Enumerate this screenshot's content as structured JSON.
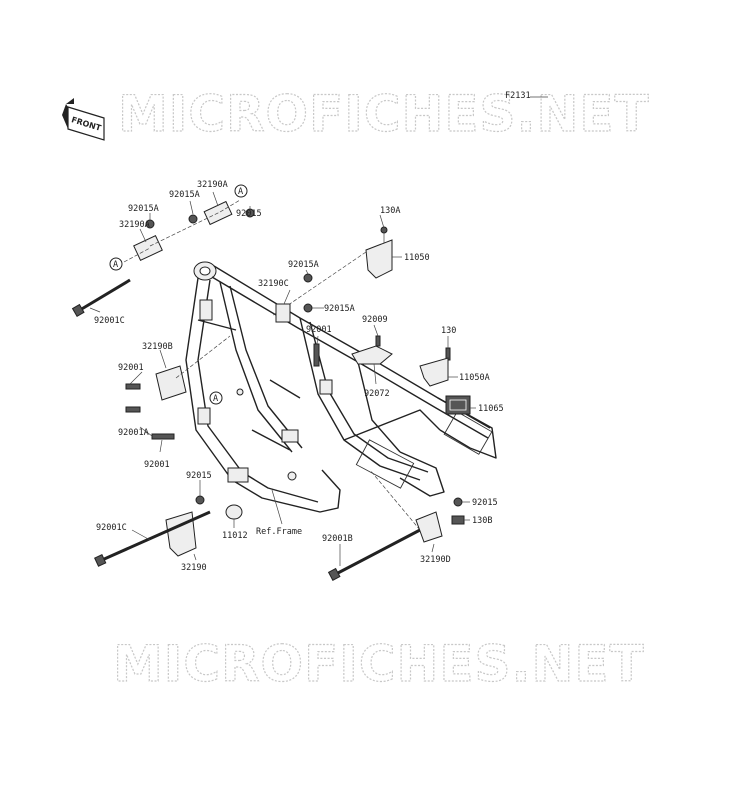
{
  "figure_code": "F2131",
  "front_label": "FRONT",
  "watermark": "MICROFICHES.NET",
  "ref_marker": "A",
  "parts": {
    "p32190A": "32190A",
    "p92015A_a": "92015A",
    "p92015A_b": "92015A",
    "p32190A_b": "32190A",
    "p92015_top": "92015",
    "p92001C_top": "92001C",
    "p130A": "130A",
    "p11050": "11050",
    "p92015A_c": "92015A",
    "p32190C": "32190C",
    "p92015A_d": "92015A",
    "p92001_mid": "92001",
    "p92009": "92009",
    "p130": "130",
    "p32190B": "32190B",
    "p11050A": "11050A",
    "p92072": "92072",
    "p92001_left": "92001",
    "p11065": "11065",
    "p92001A": "92001A",
    "p92001_low": "92001",
    "p92015_low": "92015",
    "p92015_right": "92015",
    "p130B": "130B",
    "p92001C_low": "92001C",
    "p11012": "11012",
    "ref_frame": "Ref.Frame",
    "p92001B": "92001B",
    "p32190D": "32190D",
    "p32190": "32190"
  }
}
